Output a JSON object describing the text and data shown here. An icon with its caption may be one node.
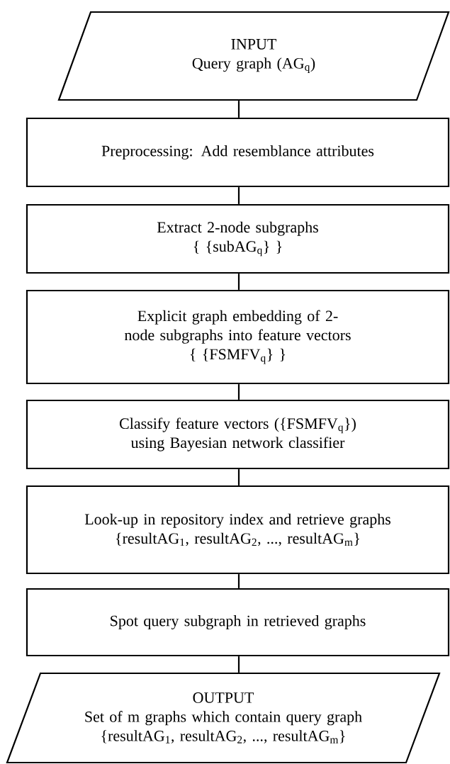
{
  "diagram": {
    "nodes": [
      {
        "text": [
          "INPUT",
          "Query graph (AG$_{q}$)"
        ]
      },
      {
        "text": [
          "Preprocessing: Add resemblance attributes"
        ]
      },
      {
        "text": [
          "Extract 2-node subgraphs",
          "{ {subAG$_{q}$} }"
        ]
      },
      {
        "text": [
          "Explicit graph embedding of 2-node subgraphs into feature vectors",
          "{ {FSMFV$_{q}$} }"
        ]
      },
      {
        "text": [
          "Classify feature vectors ({FSMFV$_{q}$}) using Bayesian network classifier"
        ]
      },
      {
        "text": [
          "Look-up in repository index and retrieve graphs",
          "{resultAG$_{1}$, resultAG$_{2}$, ..., resultAG$_{m}$}"
        ]
      },
      {
        "text": [
          "Spot query subgraph in retrieved graphs"
        ]
      },
      {
        "text": [
          "OUTPUT",
          "Set of m graphs which contain query graph",
          "{resultAG$_{1}$, resultAG$_{2}$, ..., resultAG$_{m}$}"
        ]
      }
    ],
    "edges": [
      {
        "from": 0,
        "to": 1,
        "arrow": "none"
      },
      {
        "from": 1,
        "to": 2,
        "arrow": "none"
      },
      {
        "from": 2,
        "to": 3,
        "arrow": "none"
      },
      {
        "from": 3,
        "to": 4,
        "arrow": "none"
      },
      {
        "from": 4,
        "to": 5,
        "arrow": "none"
      },
      {
        "from": 5,
        "to": 6,
        "arrow": "none"
      },
      {
        "from": 6,
        "to": 7,
        "arrow": "none"
      }
    ]
  }
}
